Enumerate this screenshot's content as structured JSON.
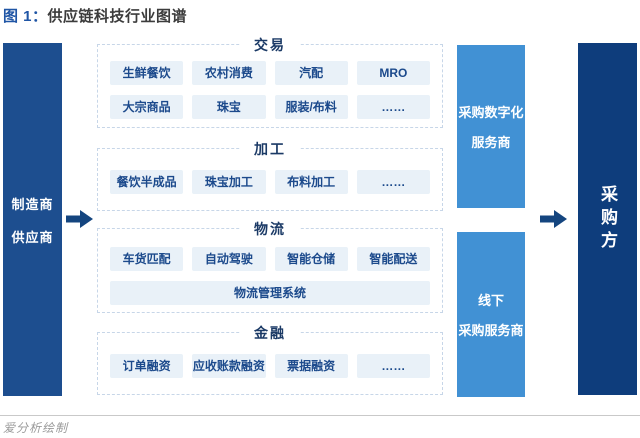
{
  "title": {
    "prefix": "图 1：",
    "text": "供应链科技行业图谱"
  },
  "left_bar": {
    "line1": "制造商",
    "line2": "供应商"
  },
  "sections": [
    {
      "title": "交易",
      "rows": [
        [
          "生鲜餐饮",
          "农村消费",
          "汽配",
          "MRO"
        ],
        [
          "大宗商品",
          "珠宝",
          "服装/布料",
          "……"
        ]
      ]
    },
    {
      "title": "加工",
      "rows": [
        [
          "餐饮半成品",
          "珠宝加工",
          "布料加工",
          "……"
        ]
      ]
    },
    {
      "title": "物流",
      "rows": [
        [
          "车货匹配",
          "自动驾驶",
          "智能仓储",
          "智能配送"
        ]
      ],
      "full_row": "物流管理系统"
    },
    {
      "title": "金融",
      "rows": [
        [
          "订单融资",
          "应收账款融资",
          "票据融资",
          "……"
        ]
      ]
    }
  ],
  "mid_bars": [
    {
      "line1": "采购数字化",
      "line2": "服务商"
    },
    {
      "line1": "线下",
      "line2": "采购服务商"
    }
  ],
  "right_bar": {
    "label": "采购方"
  },
  "footer": {
    "credit": "爱分析绘制"
  },
  "icons": {
    "arrow1": "right-arrow",
    "arrow2": "right-arrow"
  },
  "colors": {
    "left_bar_blue": "#1d4e8f",
    "right_bar_navy": "#0e3d7c",
    "mid_bar_blue": "#4191d4",
    "chip_bg": "#e9f1f8",
    "chip_text": "#1c4a8c",
    "section_title": "#1b3a66",
    "dashed_border": "#c7d6e8",
    "title_prefix_blue": "#1f55a5",
    "arrow_blue": "#14457f"
  }
}
